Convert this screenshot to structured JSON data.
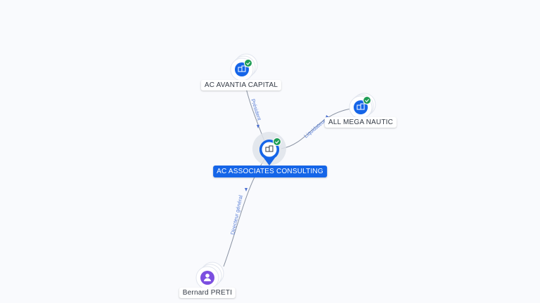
{
  "nodes": {
    "main": {
      "label": "AC ASSOCIATES CONSULTING",
      "type": "company",
      "verified": true,
      "icon": "building-icon"
    },
    "avantia": {
      "label": "AC AVANTIA CAPITAL",
      "type": "company",
      "verified": true,
      "icon": "building-icon"
    },
    "nautic": {
      "label": "ALL MEGA NAUTIC",
      "type": "company",
      "verified": true,
      "icon": "building-icon"
    },
    "person": {
      "label": "Bernard PRETI",
      "type": "person",
      "icon": "person-icon"
    }
  },
  "edges": {
    "avantia_main": {
      "label": "Président"
    },
    "main_nautic": {
      "label": "Liquidateur"
    },
    "main_person": {
      "label": "Directeur général"
    }
  },
  "colors": {
    "company_blue": "#1565e8",
    "verified_green": "#1f9d55",
    "person_purple": "#7c4fe0",
    "edge_gray": "#8a93a3",
    "edge_label_blue": "#5a7fd6"
  }
}
